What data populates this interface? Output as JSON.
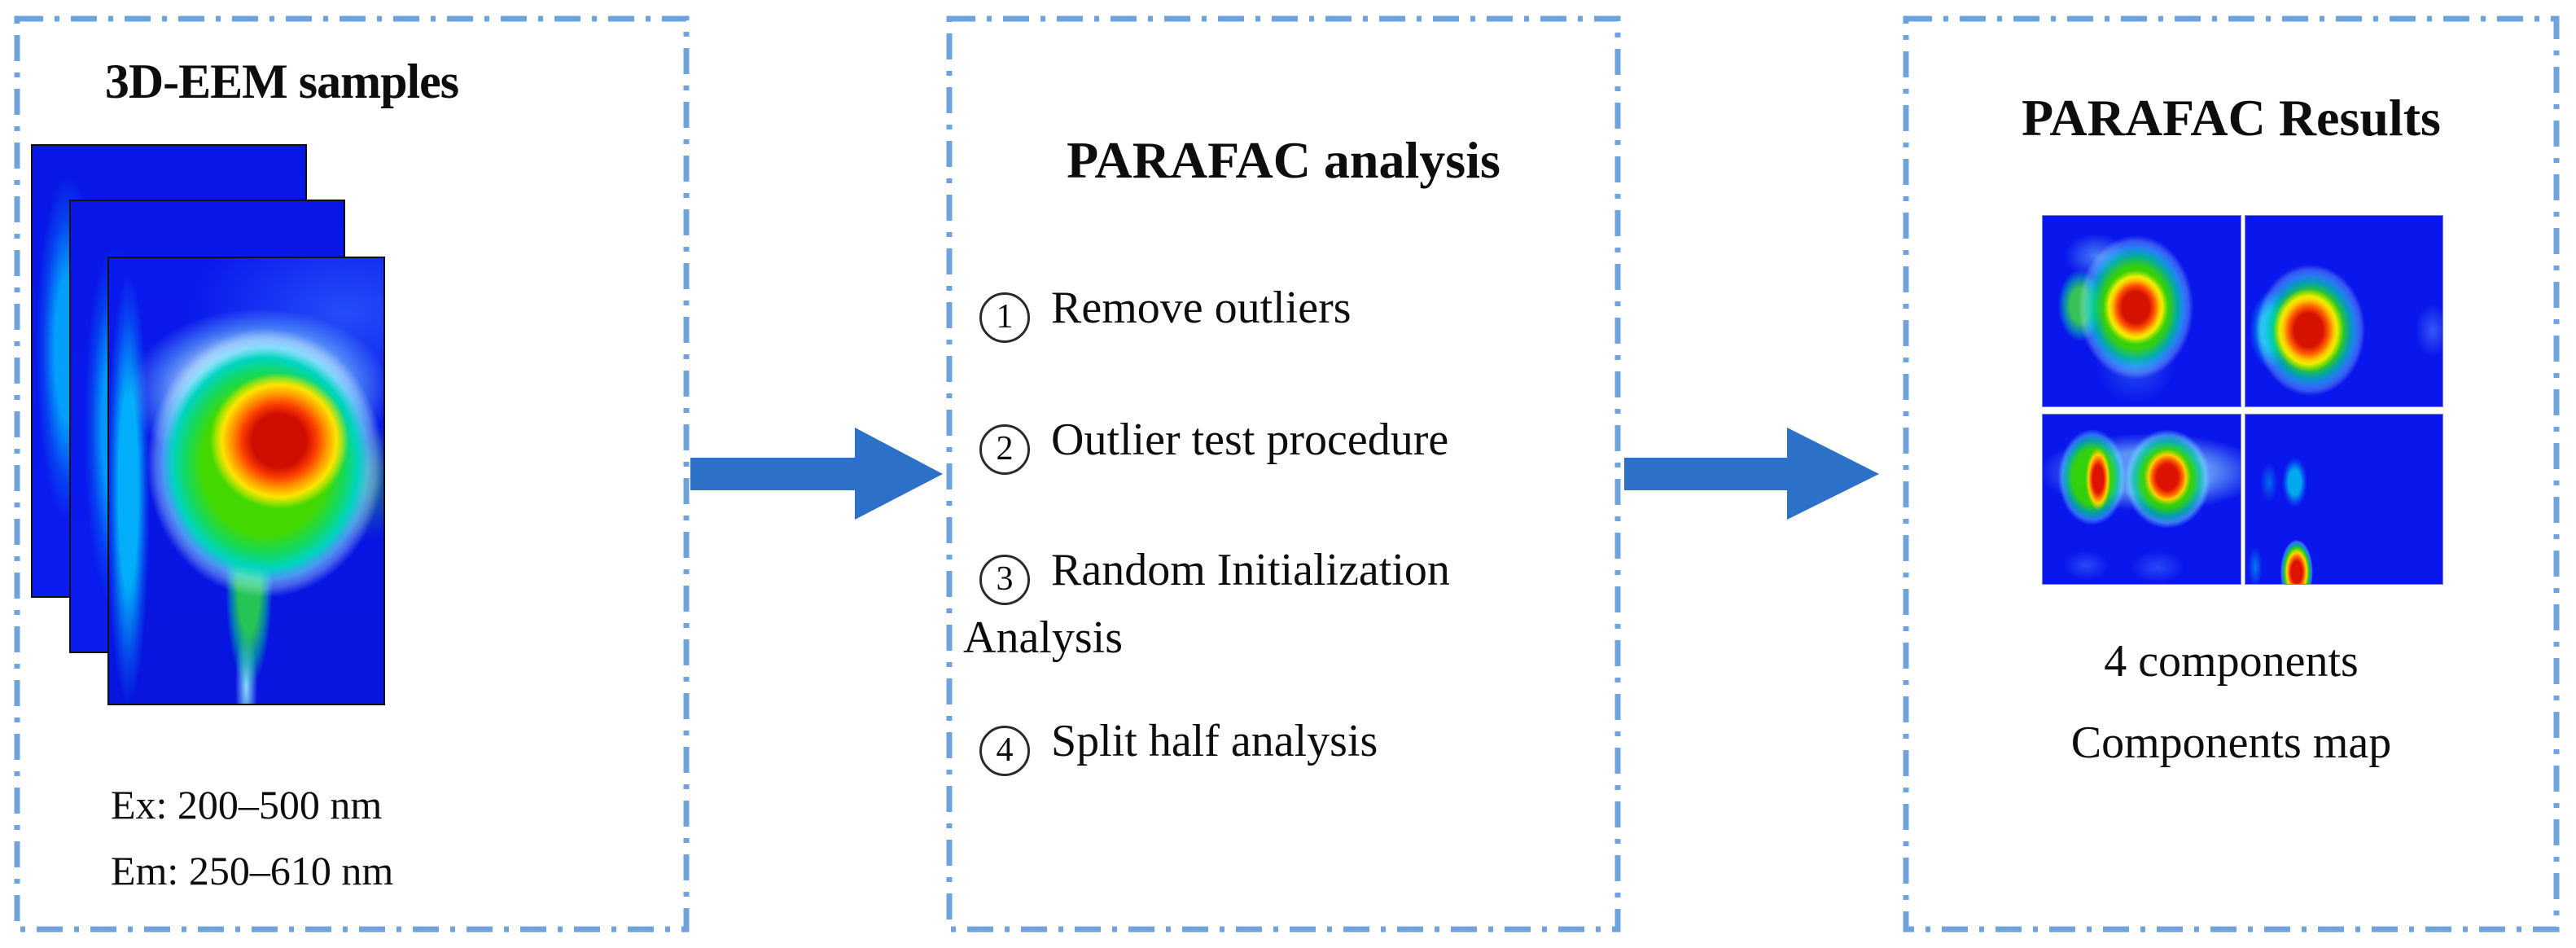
{
  "samples": {
    "title": "3D-EEM samples",
    "ex_label": "Ex: 200–500 nm",
    "em_label": "Em: 250–610 nm"
  },
  "analysis": {
    "title": "PARAFAC analysis",
    "steps": [
      {
        "num": "1",
        "text": "Remove outliers"
      },
      {
        "num": "2",
        "text": "Outlier test procedure"
      },
      {
        "num": "3",
        "text": "Random Initialization Analysis"
      },
      {
        "num": "4",
        "text": "Split half analysis"
      }
    ]
  },
  "results": {
    "title": "PARAFAC Results",
    "captions": [
      "4 components",
      "Components map"
    ]
  },
  "icons": {
    "flow_arrow": "right-arrow"
  },
  "colors": {
    "panel_border": "#6fa3de",
    "arrow_blue": "#2d70c8",
    "heat_base_blue": "#0a17ec",
    "heat_hot_red": "#d51100",
    "heat_green": "#43d900",
    "heat_cyan": "#00d4c0",
    "text": "#0d0d0d"
  }
}
